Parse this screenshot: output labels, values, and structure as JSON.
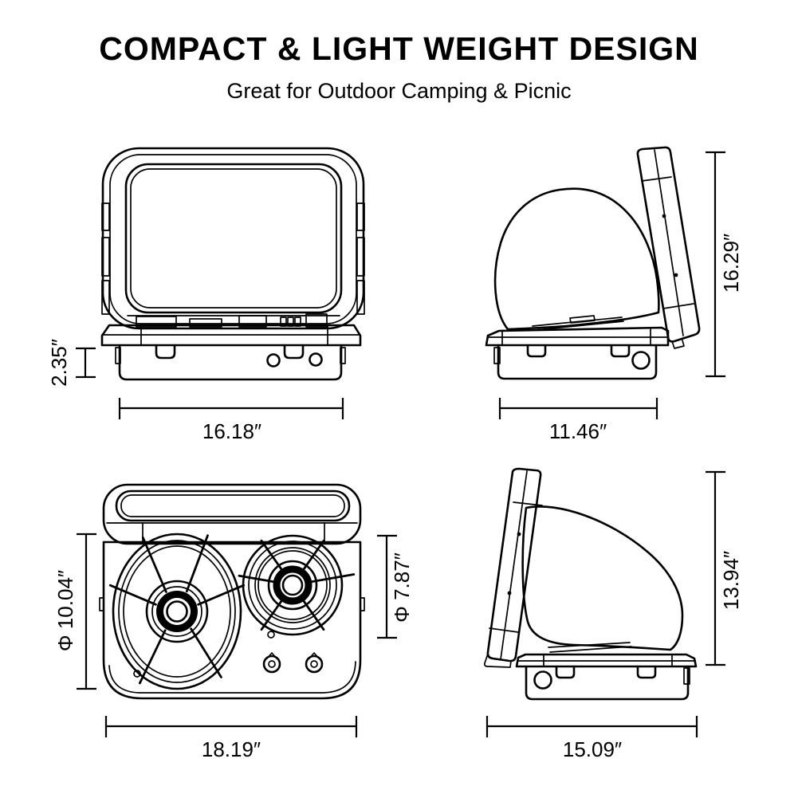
{
  "header": {
    "title": "COMPACT & LIGHT WEIGHT DESIGN",
    "subtitle": "Great for Outdoor Camping & Picnic"
  },
  "colors": {
    "background": "#ffffff",
    "line": "#000000",
    "text": "#000000"
  },
  "views": {
    "front": {
      "base_height": "2.35″",
      "width": "16.18″"
    },
    "side_right": {
      "height": "16.29″",
      "depth": "11.46″"
    },
    "top": {
      "burner_left_diameter": "Φ 10.04″",
      "burner_right_diameter": "Φ 7.87″",
      "width": "18.19″"
    },
    "side_left": {
      "height": "13.94″",
      "depth": "15.09″"
    }
  }
}
